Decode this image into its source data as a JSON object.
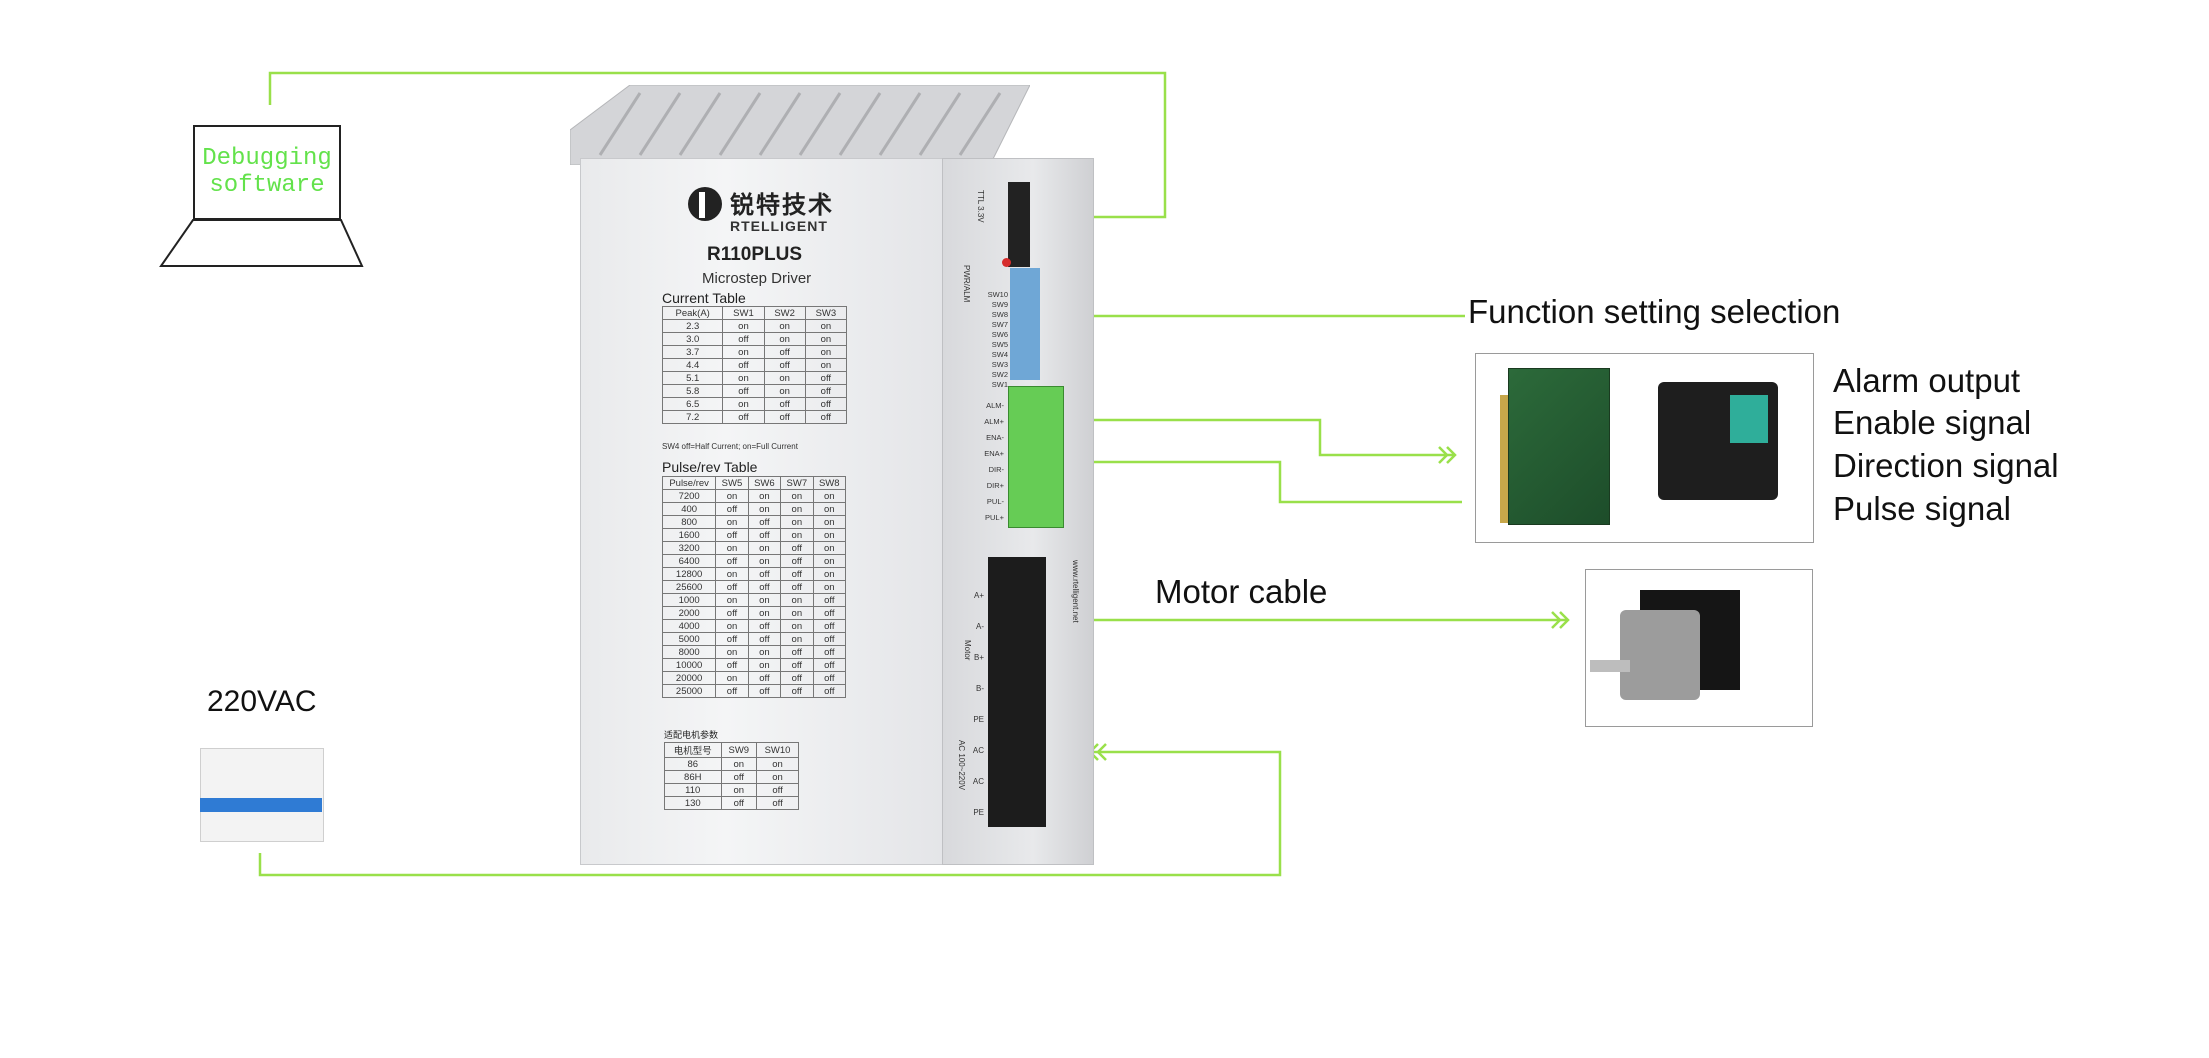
{
  "colors": {
    "connector_line": "#99e04a",
    "software_text": "#63e24b",
    "label_text": "#111111"
  },
  "laptop": {
    "icon": "laptop-icon",
    "text_line1": "Debugging",
    "text_line2": "software"
  },
  "labels": {
    "function_setting": "Function setting selection",
    "alarm_output": "Alarm output",
    "enable_signal": "Enable signal",
    "direction_signal": "Direction signal",
    "pulse_signal": "Pulse signal",
    "motor_cable": "Motor cable",
    "power": "220VAC"
  },
  "driver": {
    "brand_cn": "锐特技术",
    "brand_en": "RTELLIGENT",
    "model": "R110PLUS",
    "subtitle": "Microstep Driver",
    "current_table": {
      "title": "Current Table",
      "headers": [
        "Peak(A)",
        "SW1",
        "SW2",
        "SW3"
      ],
      "rows": [
        [
          "2.3",
          "on",
          "on",
          "on"
        ],
        [
          "3.0",
          "off",
          "on",
          "on"
        ],
        [
          "3.7",
          "on",
          "off",
          "on"
        ],
        [
          "4.4",
          "off",
          "off",
          "on"
        ],
        [
          "5.1",
          "on",
          "on",
          "off"
        ],
        [
          "5.8",
          "off",
          "on",
          "off"
        ],
        [
          "6.5",
          "on",
          "off",
          "off"
        ],
        [
          "7.2",
          "off",
          "off",
          "off"
        ]
      ],
      "note": "SW4 off=Half Current; on=Full Current"
    },
    "pulse_table": {
      "title": "Pulse/rev Table",
      "headers": [
        "Pulse/rev",
        "SW5",
        "SW6",
        "SW7",
        "SW8"
      ],
      "rows": [
        [
          "7200",
          "on",
          "on",
          "on",
          "on"
        ],
        [
          "400",
          "off",
          "on",
          "on",
          "on"
        ],
        [
          "800",
          "on",
          "off",
          "on",
          "on"
        ],
        [
          "1600",
          "off",
          "off",
          "on",
          "on"
        ],
        [
          "3200",
          "on",
          "on",
          "off",
          "on"
        ],
        [
          "6400",
          "off",
          "on",
          "off",
          "on"
        ],
        [
          "12800",
          "on",
          "off",
          "off",
          "on"
        ],
        [
          "25600",
          "off",
          "off",
          "off",
          "on"
        ],
        [
          "1000",
          "on",
          "on",
          "on",
          "off"
        ],
        [
          "2000",
          "off",
          "on",
          "on",
          "off"
        ],
        [
          "4000",
          "on",
          "off",
          "on",
          "off"
        ],
        [
          "5000",
          "off",
          "off",
          "on",
          "off"
        ],
        [
          "8000",
          "on",
          "on",
          "off",
          "off"
        ],
        [
          "10000",
          "off",
          "on",
          "off",
          "off"
        ],
        [
          "20000",
          "on",
          "off",
          "off",
          "off"
        ],
        [
          "25000",
          "off",
          "off",
          "off",
          "off"
        ]
      ]
    },
    "motor_table": {
      "title": "适配电机参数",
      "headers": [
        "电机型号",
        "SW9",
        "SW10"
      ],
      "rows": [
        [
          "86",
          "on",
          "on"
        ],
        [
          "86H",
          "off",
          "on"
        ],
        [
          "110",
          "on",
          "off"
        ],
        [
          "130",
          "off",
          "off"
        ]
      ]
    },
    "side_labels": {
      "ttl": "TTL 3.3V",
      "pwr_alm": "PWR/ALM",
      "switches": [
        "SW10",
        "SW9",
        "SW8",
        "SW7",
        "SW6",
        "SW5",
        "SW4",
        "SW3",
        "SW2",
        "SW1"
      ],
      "signals": [
        "ALM-",
        "ALM+",
        "ENA-",
        "ENA+",
        "DIR-",
        "DIR+",
        "PUL-",
        "PUL+"
      ],
      "motor": "Motor",
      "motor_pins": [
        "A+",
        "A-",
        "B+",
        "B-"
      ],
      "ac_label": "AC 100~220V",
      "power_pins": [
        "PE",
        "AC",
        "AC",
        "PE"
      ],
      "website": "www.rtelligent.net"
    }
  }
}
